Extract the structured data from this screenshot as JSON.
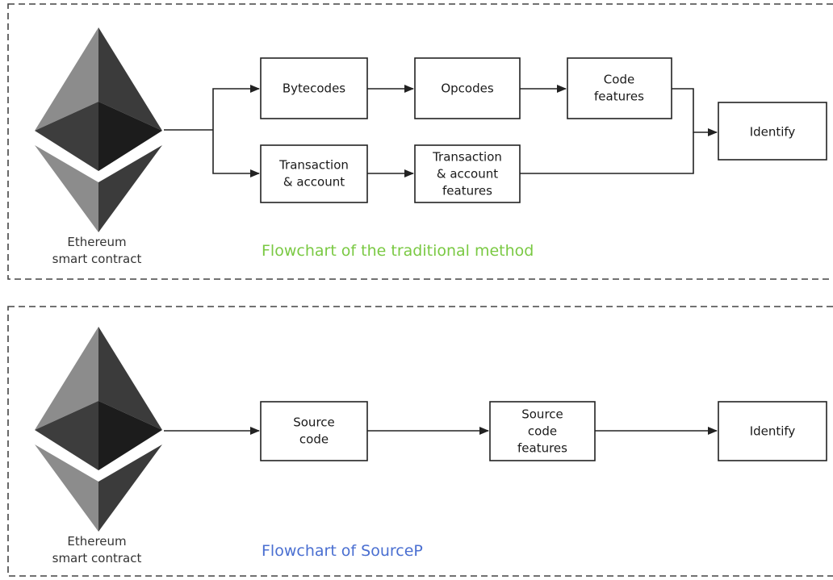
{
  "colors": {
    "traditional_caption": "#7ac943",
    "sourcep_caption": "#4a6fd1",
    "logo_top_left": "#8c8c8c",
    "logo_top_right": "#3b3b3b",
    "logo_mid_left": "#3d3d3d",
    "logo_mid_right": "#1c1c1c",
    "logo_bottom_left": "#8c8c8c",
    "logo_bottom_right": "#3b3b3b"
  },
  "logo": {
    "icon": "ethereum-logo-icon",
    "label_line1": "Ethereum",
    "label_line2": "smart contract"
  },
  "traditional": {
    "caption": "Flowchart of the traditional method",
    "bytecodes": [
      "Bytecodes"
    ],
    "opcodes": [
      "Opcodes"
    ],
    "code_features": [
      "Code",
      "features"
    ],
    "transaction_account": [
      "Transaction",
      "& account"
    ],
    "transaction_account_features": [
      "Transaction",
      "& account",
      "features"
    ],
    "identify": [
      "Identify"
    ]
  },
  "sourcep": {
    "caption": "Flowchart of SourceP",
    "source_code": [
      "Source",
      "code"
    ],
    "source_code_features": [
      "Source",
      "code",
      "features"
    ],
    "identify": [
      "Identify"
    ]
  }
}
